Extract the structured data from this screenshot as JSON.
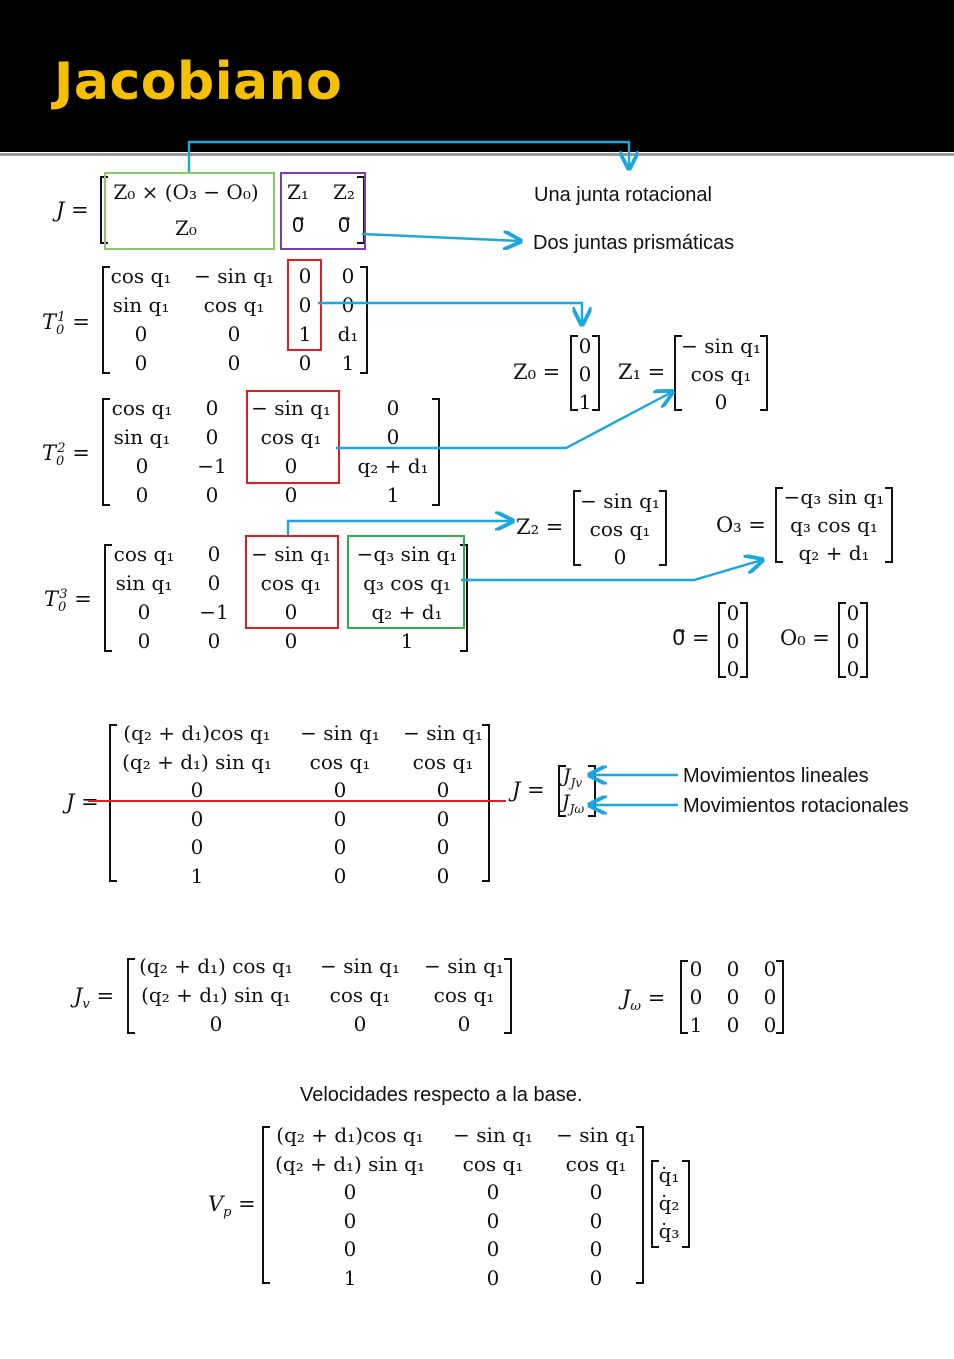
{
  "title": "Jacobiano",
  "annotations": {
    "una_junta": "Una junta rotacional",
    "dos_juntas": "Dos juntas prismáticas",
    "mov_lineales": "Movimientos lineales",
    "mov_rotacionales": "Movimientos rotacionales",
    "velocidades": "Velocidades respecto a la base."
  },
  "labels": {
    "J": "J =",
    "T01": "T",
    "T02": "T",
    "T03": "T",
    "Jv": "J",
    "Jw": "J",
    "Vp": "V",
    "eq": "="
  },
  "J_general": {
    "r1c1": "Z₀ × (O₃ − O₀)",
    "r2c1": "Z₀",
    "r1c2": "Z₁",
    "r1c3": "Z₂",
    "r2c2": "0⃗",
    "r2c3": "0⃗"
  },
  "T01": [
    [
      "cos q₁",
      "− sin q₁",
      "0",
      "0"
    ],
    [
      "sin q₁",
      "cos q₁",
      "0",
      "0"
    ],
    [
      "0",
      "0",
      "1",
      "d₁"
    ],
    [
      "0",
      "0",
      "0",
      "1"
    ]
  ],
  "T02": [
    [
      "cos q₁",
      "0",
      "− sin q₁",
      "0"
    ],
    [
      "sin q₁",
      "0",
      "cos q₁",
      "0"
    ],
    [
      "0",
      "−1",
      "0",
      "q₂ + d₁"
    ],
    [
      "0",
      "0",
      "0",
      "1"
    ]
  ],
  "T03": [
    [
      "cos q₁",
      "0",
      "− sin q₁",
      "−q₃ sin q₁"
    ],
    [
      "sin q₁",
      "0",
      "cos q₁",
      "q₃ cos q₁"
    ],
    [
      "0",
      "−1",
      "0",
      "q₂ + d₁"
    ],
    [
      "0",
      "0",
      "0",
      "1"
    ]
  ],
  "Z0": {
    "label": "Z₀ =",
    "values": [
      "0",
      "0",
      "1"
    ]
  },
  "Z1": {
    "label": "Z₁ =",
    "values": [
      "− sin q₁",
      "cos q₁",
      "0"
    ]
  },
  "Z2": {
    "label": "Z₂ =",
    "values": [
      "− sin q₁",
      "cos q₁",
      "0"
    ]
  },
  "O3": {
    "label": "O₃ =",
    "values": [
      "−q₃ sin q₁",
      "q₃ cos q₁",
      "q₂ + d₁"
    ]
  },
  "zero": {
    "label": "0⃗ =",
    "values": [
      "0",
      "0",
      "0"
    ]
  },
  "O0": {
    "label": "O₀ =",
    "values": [
      "0",
      "0",
      "0"
    ]
  },
  "J_full": [
    [
      "(q₂ + d₁)cos q₁",
      "− sin q₁",
      "− sin q₁"
    ],
    [
      "(q₂ + d₁) sin q₁",
      "cos q₁",
      "cos q₁"
    ],
    [
      "0",
      "0",
      "0"
    ],
    [
      "0",
      "0",
      "0"
    ],
    [
      "0",
      "0",
      "0"
    ],
    [
      "1",
      "0",
      "0"
    ]
  ],
  "J_split": {
    "label": "J =",
    "top": "Jv",
    "bottom": "Jω"
  },
  "Jv_matrix": [
    [
      "(q₂ + d₁) cos q₁",
      "− sin q₁",
      "− sin q₁"
    ],
    [
      "(q₂ + d₁) sin q₁",
      "cos q₁",
      "cos q₁"
    ],
    [
      "0",
      "0",
      "0"
    ]
  ],
  "Jw_matrix": [
    [
      "0",
      "0",
      "0"
    ],
    [
      "0",
      "0",
      "0"
    ],
    [
      "1",
      "0",
      "0"
    ]
  ],
  "Vp_matrix": [
    [
      "(q₂ + d₁)cos q₁",
      "− sin q₁",
      "− sin q₁"
    ],
    [
      "(q₂ + d₁) sin q₁",
      "cos q₁",
      "cos q₁"
    ],
    [
      "0",
      "0",
      "0"
    ],
    [
      "0",
      "0",
      "0"
    ],
    [
      "0",
      "0",
      "0"
    ],
    [
      "1",
      "0",
      "0"
    ]
  ],
  "qdot": [
    "q̇₁",
    "q̇₂",
    "q̇₃"
  ],
  "colors": {
    "title": "#f5c000",
    "arrow": "#1aa6e0",
    "red": "#e02020",
    "green": "#6cc04a",
    "purple": "#7a3fa8"
  }
}
